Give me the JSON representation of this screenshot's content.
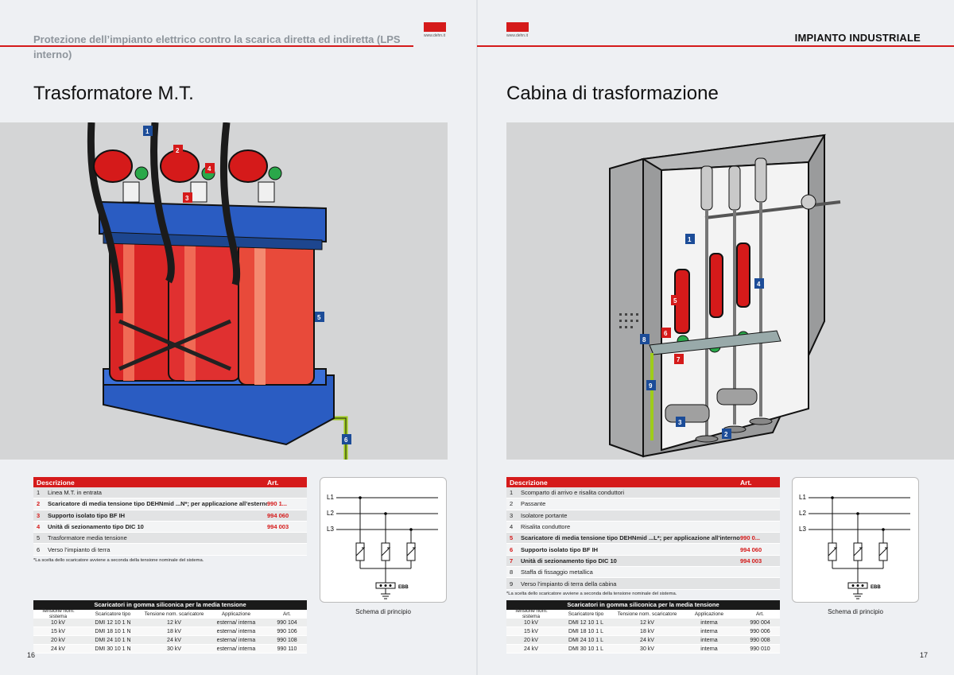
{
  "header": {
    "left_text": "Protezione dell’impianto elettrico contro la scarica diretta ed indiretta (LPS interno)",
    "logo_url": "www.dehn.it",
    "section": "IMPIANTO INDUSTRIALE"
  },
  "colors": {
    "accent": "#d51a1a",
    "blue_tag": "#1c4c98",
    "ground": "#9ecc1a"
  },
  "left": {
    "title": "Trasformatore M.T.",
    "page_number": "16",
    "desc_header": {
      "label": "Descrizione",
      "art": "Art."
    },
    "rows": [
      {
        "n": "1",
        "desc": "Linea M.T. in entrata",
        "art": "",
        "hl": false
      },
      {
        "n": "2",
        "desc": "Scaricatore di media tensione tipo DEHNmid ...N*; per applicazione all’esterno",
        "art": "990 1...",
        "hl": true
      },
      {
        "n": "3",
        "desc": "Supporto isolato tipo BF IH",
        "art": "994 060",
        "hl": true
      },
      {
        "n": "4",
        "desc": "Unità di sezionamento tipo DIC 10",
        "art": "994 003",
        "hl": true
      },
      {
        "n": "5",
        "desc": "Trasformatore media tensione",
        "art": "",
        "hl": false
      },
      {
        "n": "6",
        "desc": "Verso l’impianto di terra",
        "art": "",
        "hl": false
      }
    ],
    "note": "*La scelta dello scaricatore avviene a seconda della tensione nominale del sistema.",
    "schema_caption": "Schema di principio",
    "schema_labels": {
      "l1": "L1",
      "l2": "L2",
      "l3": "L3",
      "ebb": "EBB"
    },
    "silicone_table": {
      "caption": "Scaricatori in gomma siliconica per la media tensione",
      "headers": [
        "Tensione nom. sistema",
        "Scaricatore tipo",
        "Tensione nom. scaricatore",
        "Applicazione",
        "Art."
      ],
      "rows": [
        [
          "10 kV",
          "DMI 12 10 1 N",
          "12 kV",
          "esterna/ interna",
          "990 104"
        ],
        [
          "15 kV",
          "DMI 18 10 1 N",
          "18 kV",
          "esterna/ interna",
          "990 106"
        ],
        [
          "20 kV",
          "DMI 24 10 1 N",
          "24 kV",
          "esterna/ interna",
          "990 108"
        ],
        [
          "24 kV",
          "DMI 30 10 1 N",
          "30 kV",
          "esterna/ interna",
          "990 110"
        ]
      ]
    },
    "tags": [
      "1",
      "2",
      "3",
      "4",
      "5",
      "6"
    ]
  },
  "right": {
    "title": "Cabina di trasformazione",
    "page_number": "17",
    "desc_header": {
      "label": "Descrizione",
      "art": "Art."
    },
    "rows": [
      {
        "n": "1",
        "desc": "Scomparto di arrivo e risalita conduttori",
        "art": "",
        "hl": false
      },
      {
        "n": "2",
        "desc": "Passante",
        "art": "",
        "hl": false
      },
      {
        "n": "3",
        "desc": "Isolatore portante",
        "art": "",
        "hl": false
      },
      {
        "n": "4",
        "desc": "Risalita conduttore",
        "art": "",
        "hl": false
      },
      {
        "n": "5",
        "desc": "Scaricatore di media tensione tipo DEHNmid ...L*; per applicazione all’interno",
        "art": "990 0...",
        "hl": true
      },
      {
        "n": "6",
        "desc": "Supporto isolato tipo BF IH",
        "art": "994 060",
        "hl": true
      },
      {
        "n": "7",
        "desc": "Unità di sezionamento tipo DIC 10",
        "art": "994 003",
        "hl": true
      },
      {
        "n": "8",
        "desc": "Staffa di fissaggio metallica",
        "art": "",
        "hl": false
      },
      {
        "n": "9",
        "desc": "Verso l’impianto di terra della cabina",
        "art": "",
        "hl": false
      }
    ],
    "note": "*La scelta dello scaricatore avviene a seconda della tensione nominale del sistema.",
    "schema_caption": "Schema di principio",
    "schema_labels": {
      "l1": "L1",
      "l2": "L2",
      "l3": "L3",
      "ebb": "EBB"
    },
    "silicone_table": {
      "caption": "Scaricatori in gomma siliconica per la media tensione",
      "headers": [
        "Tensione nom. sistema",
        "Scaricatore tipo",
        "Tensione nom. scaricatore",
        "Applicazione",
        "Art."
      ],
      "rows": [
        [
          "10 kV",
          "DMI 12 10 1 L",
          "12 kV",
          "interna",
          "990 004"
        ],
        [
          "15 kV",
          "DMI 18 10 1 L",
          "18 kV",
          "interna",
          "990 006"
        ],
        [
          "20 kV",
          "DMI 24 10 1 L",
          "24 kV",
          "interna",
          "990 008"
        ],
        [
          "24 kV",
          "DMI 30 10 1 L",
          "30 kV",
          "interna",
          "990 010"
        ]
      ]
    },
    "tags": [
      "1",
      "2",
      "3",
      "4",
      "5",
      "6",
      "7",
      "8",
      "9"
    ]
  }
}
